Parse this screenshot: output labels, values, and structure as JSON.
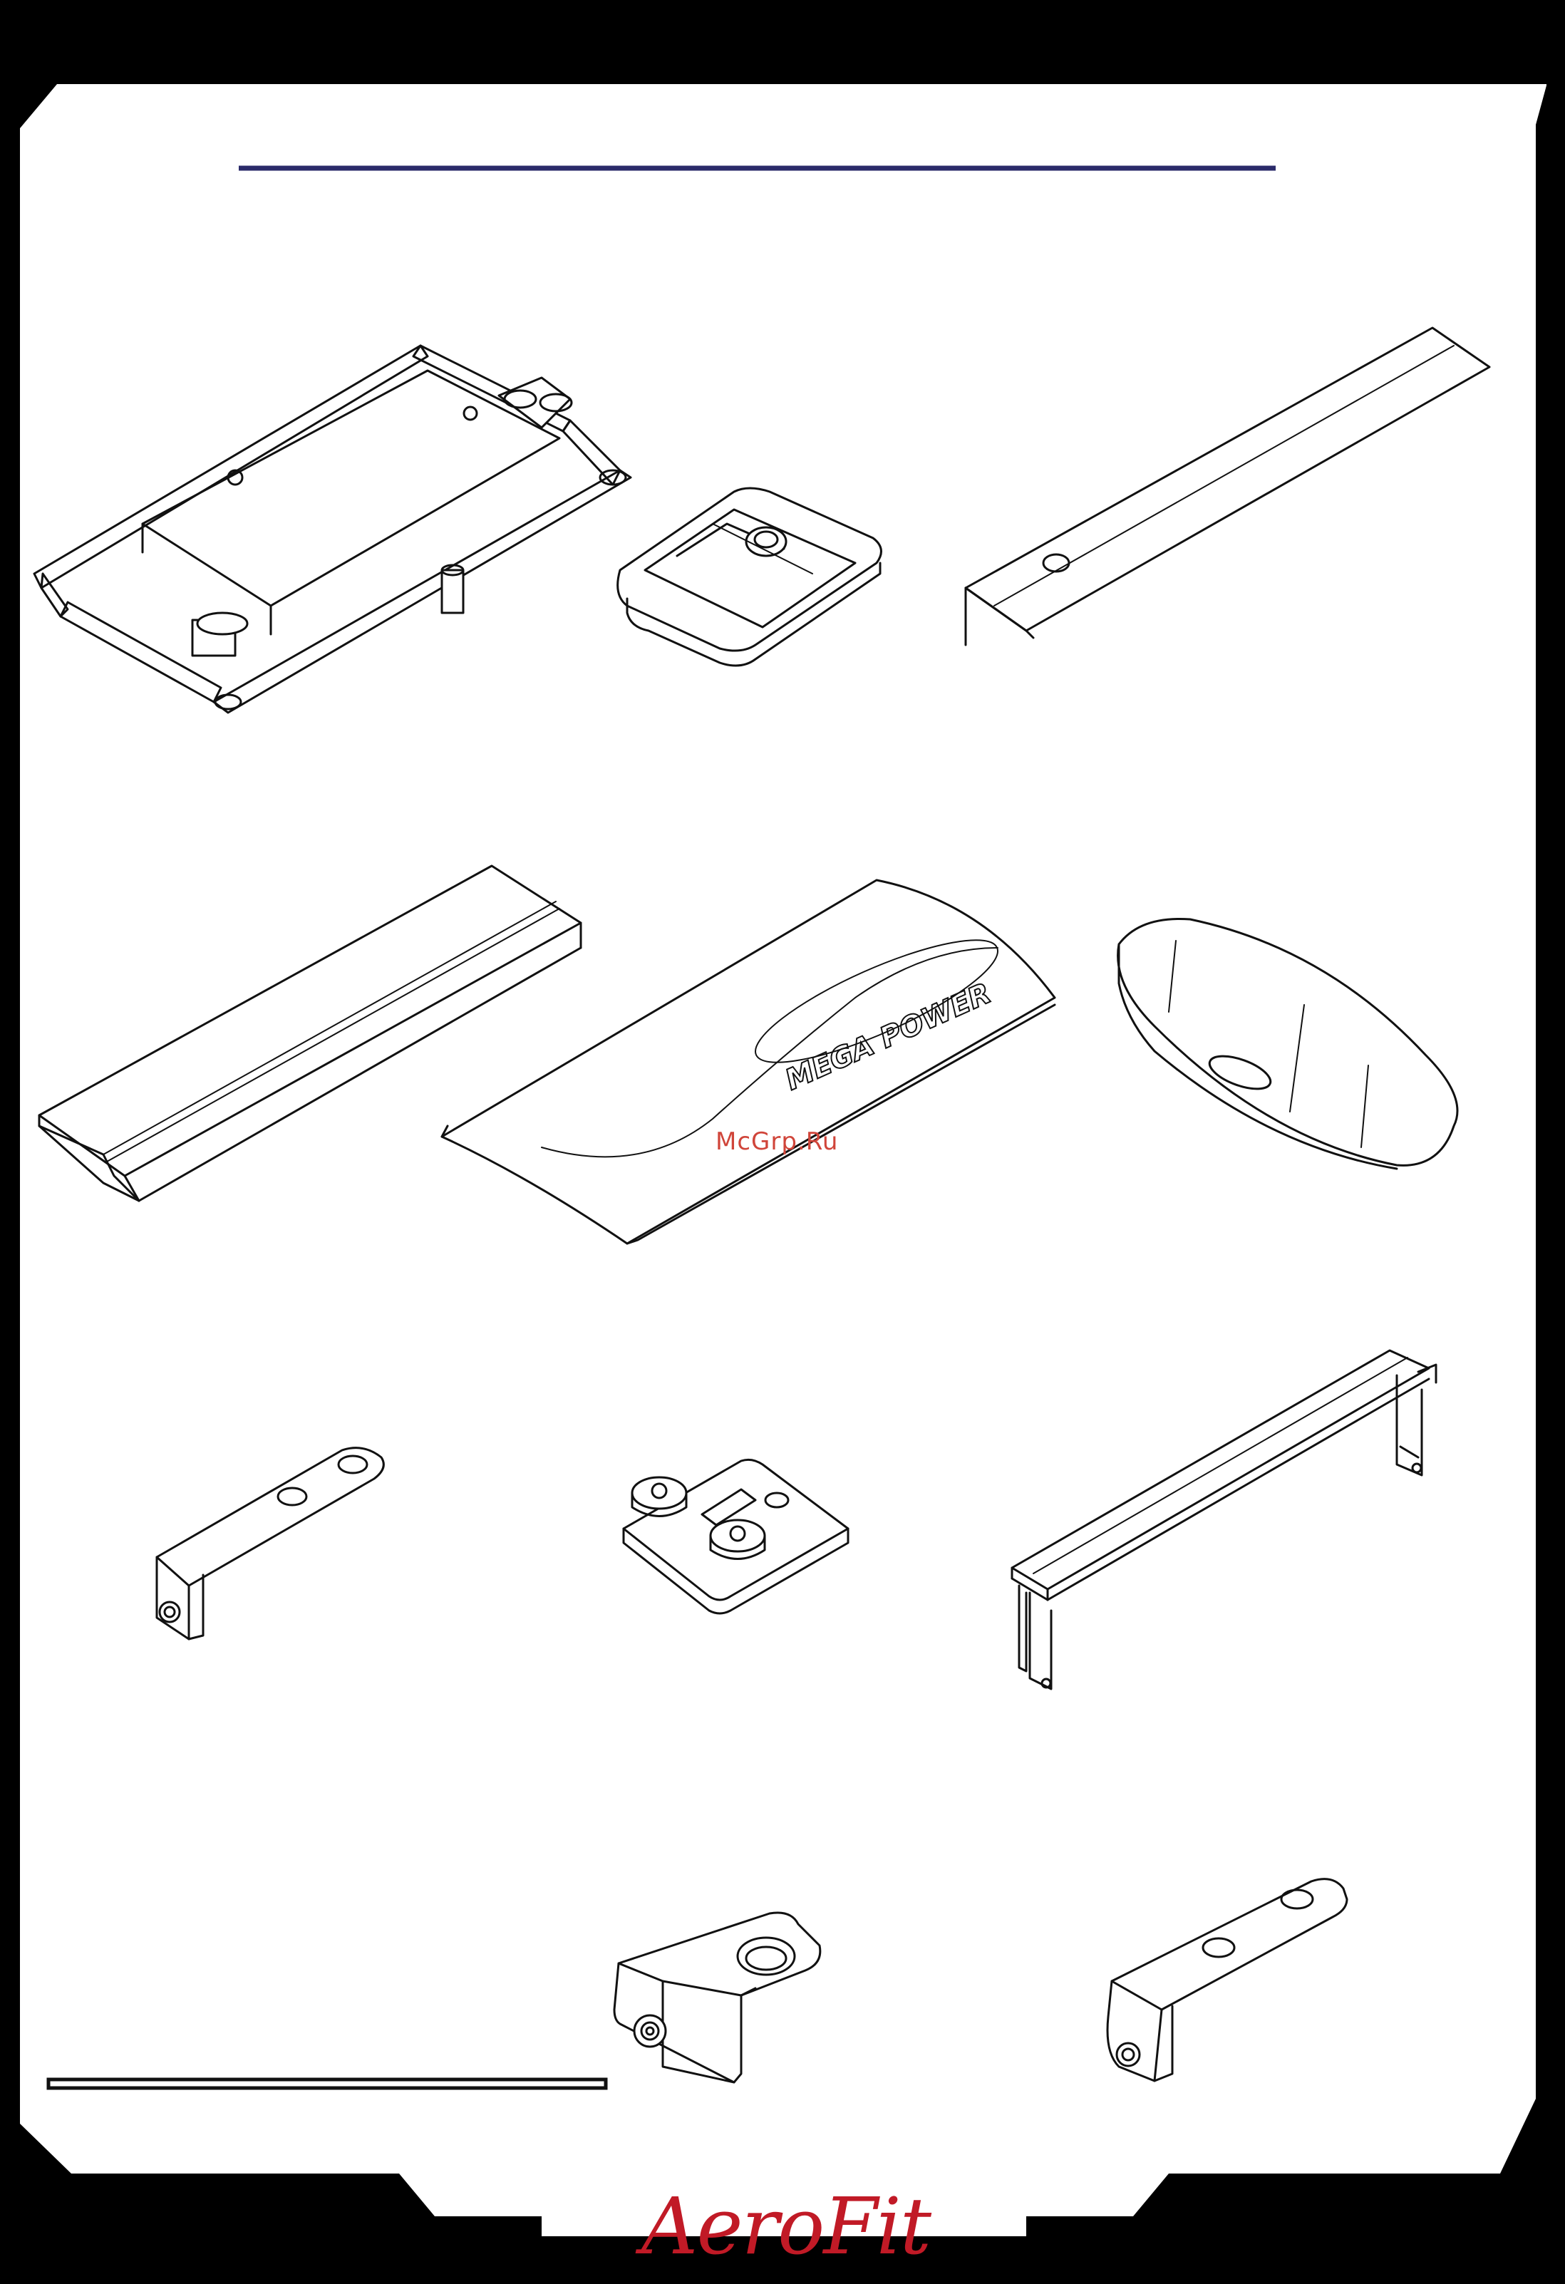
{
  "watermark": "McGrp.Ru",
  "brand": "AeroFit",
  "colors": {
    "frame": "#000000",
    "sheet": "#ffffff",
    "title_rule": "#2a2a6a",
    "brand": "#c11a26",
    "watermark": "#d0453a"
  },
  "parts": [
    {
      "name": "main-frame"
    },
    {
      "name": "motor-cover-plate"
    },
    {
      "name": "side-rail-channel"
    },
    {
      "name": "rear-cover-panel"
    },
    {
      "name": "motor-hood",
      "logo_text": "MEGA POWER"
    },
    {
      "name": "oval-end-cap"
    },
    {
      "name": "l-bracket-small"
    },
    {
      "name": "mounting-plate-with-rollers"
    },
    {
      "name": "support-beam"
    },
    {
      "name": "roller-bracket"
    },
    {
      "name": "l-bracket-angled"
    }
  ]
}
